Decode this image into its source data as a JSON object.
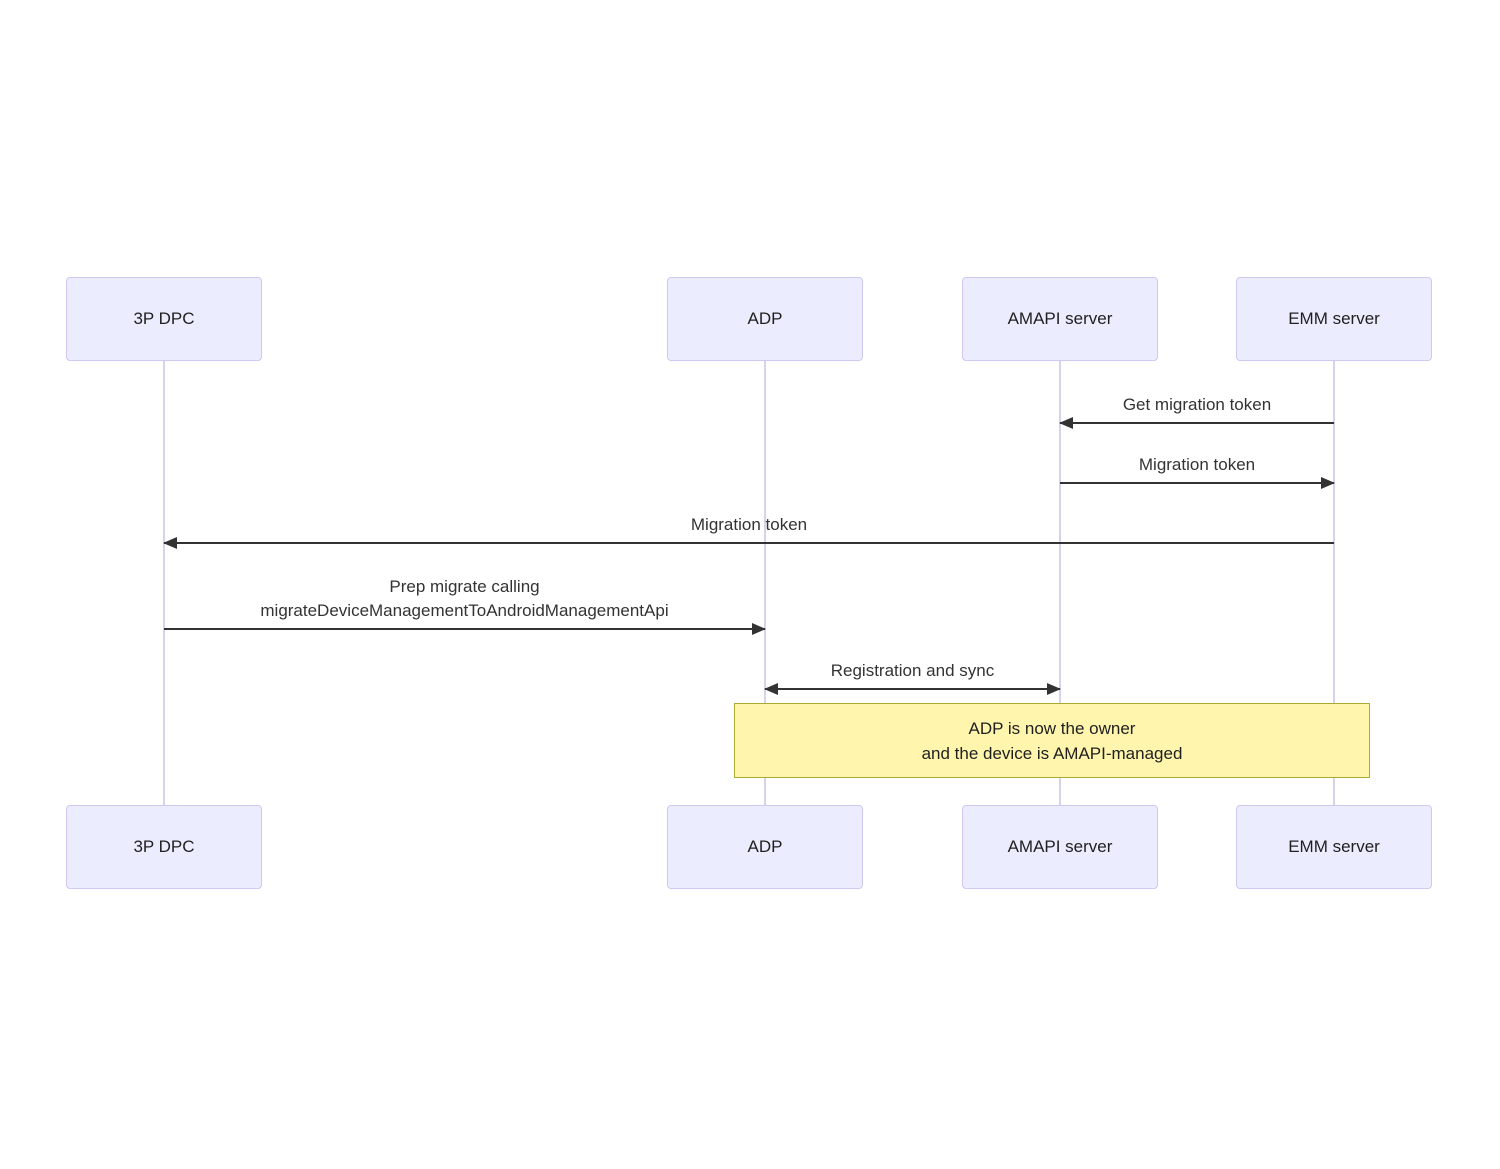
{
  "diagram_type": "sequence",
  "actors": [
    {
      "label": "3P DPC"
    },
    {
      "label": "ADP"
    },
    {
      "label": "AMAPI server"
    },
    {
      "label": "EMM server"
    }
  ],
  "messages": [
    {
      "label": "Get migration token",
      "from": "EMM server",
      "to": "AMAPI server",
      "arrow": "left"
    },
    {
      "label": "Migration token",
      "from": "AMAPI server",
      "to": "EMM server",
      "arrow": "right"
    },
    {
      "label": "Migration token",
      "from": "EMM server",
      "to": "3P DPC",
      "arrow": "left"
    },
    {
      "label_line1": "Prep migrate calling",
      "label_line2": "migrateDeviceManagementToAndroidManagementApi",
      "from": "3P DPC",
      "to": "ADP",
      "arrow": "right"
    },
    {
      "label": "Registration and sync",
      "from": "ADP",
      "to": "AMAPI server",
      "arrow": "both"
    }
  ],
  "note": {
    "line1": "ADP is now the owner",
    "line2": "and the device is AMAPI-managed",
    "over": "ADP, EMM server"
  },
  "colors": {
    "actor_fill": "#ECECFF",
    "actor_border": "#CFC9F2",
    "lifeline": "#D8D2EE",
    "note_fill": "#FFF5AD",
    "note_border": "#AAAA33",
    "arrow": "#333333",
    "message_text": "#333333",
    "actor_text": "#1F1F1F"
  }
}
